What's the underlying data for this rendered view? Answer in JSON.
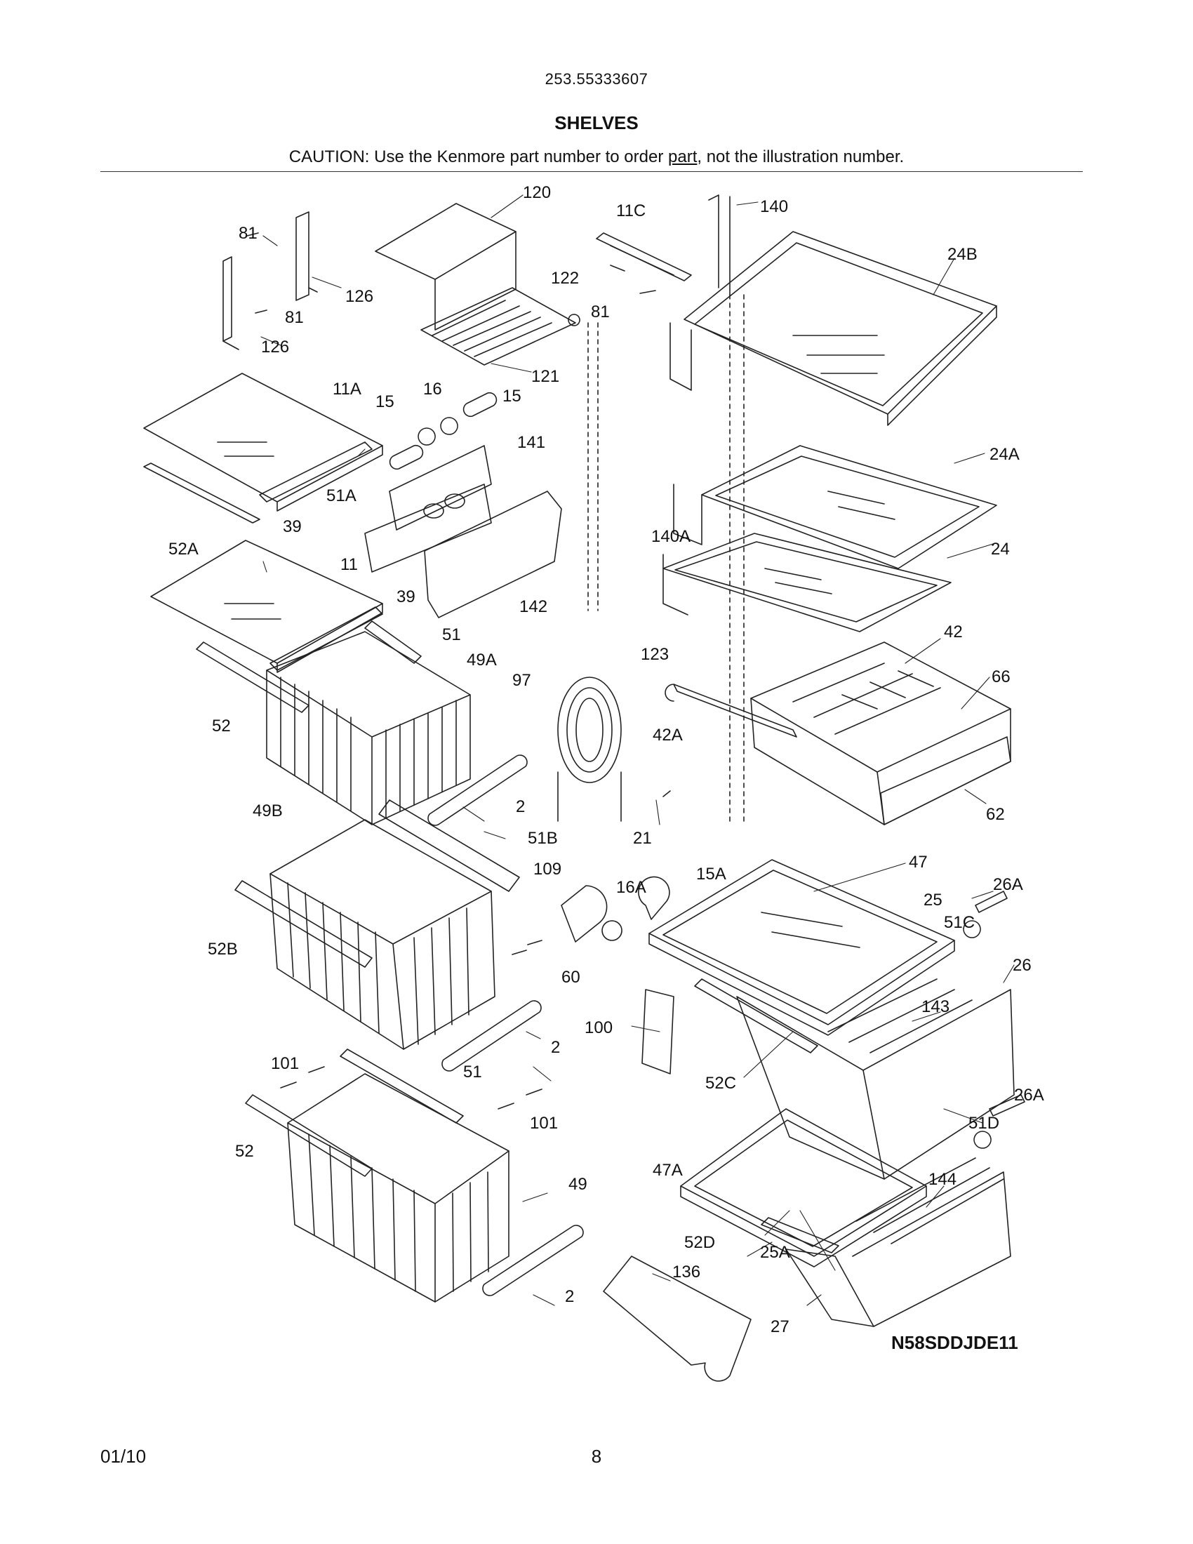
{
  "header": {
    "model_number": "253.55333607",
    "section_title": "SHELVES",
    "caution_before": "CAUTION: Use the Kenmore part number to order ",
    "caution_underlined": "part",
    "caution_after": ", not the illustration number."
  },
  "diagram": {
    "code": "N58SDDJDE11",
    "callouts": {
      "c81a": "81",
      "c126a": "126",
      "c81b": "81",
      "c126b": "126",
      "c120": "120",
      "c11c": "11C",
      "c140": "140",
      "c24b": "24B",
      "c122": "122",
      "c81c": "81",
      "c121": "121",
      "c11a": "11A",
      "c15a": "15",
      "c16": "16",
      "c15b": "15",
      "c141": "141",
      "c51a": "51A",
      "c39a": "39",
      "c52a": "52A",
      "c24a": "24A",
      "c140a": "140A",
      "c24": "24",
      "c11": "11",
      "c39b": "39",
      "c142": "142",
      "c51a2": "51",
      "c49a": "49A",
      "c123": "123",
      "c42": "42",
      "c97": "97",
      "c66": "66",
      "c52": "52",
      "c42a": "42A",
      "c2a": "2",
      "c62": "62",
      "c49b": "49B",
      "c51b": "51B",
      "c21": "21",
      "c109": "109",
      "c15a2": "15A",
      "c47": "47",
      "c16a": "16A",
      "c25": "25",
      "c26a": "26A",
      "c51c": "51C",
      "c52b": "52B",
      "c60": "60",
      "c26": "26",
      "c143": "143",
      "c100": "100",
      "c2b": "2",
      "c101a": "101",
      "c51b2": "51",
      "c52c": "52C",
      "c26a2": "26A",
      "c101b": "101",
      "c51d": "51D",
      "c52b2": "52",
      "c47a": "47A",
      "c49": "49",
      "c144": "144",
      "c52d": "52D",
      "c25a": "25A",
      "c136": "136",
      "c2c": "2",
      "c27": "27"
    }
  },
  "footer": {
    "date": "01/10",
    "page": "8"
  }
}
